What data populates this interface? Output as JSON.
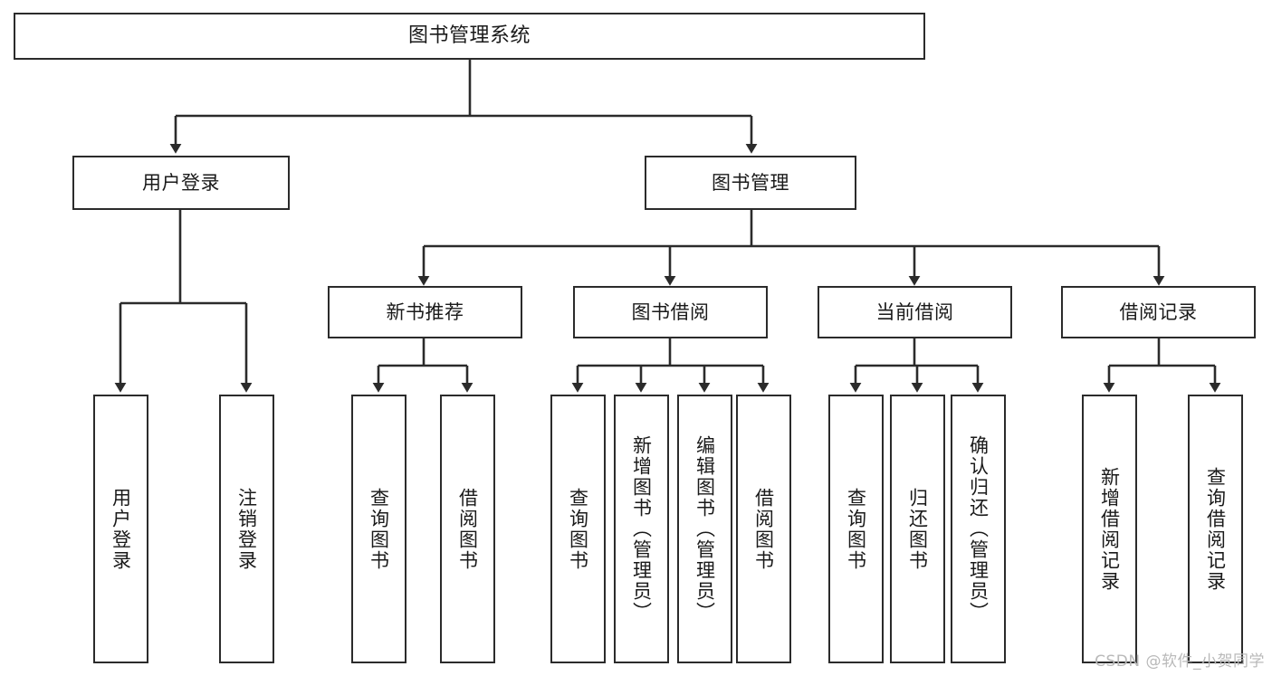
{
  "diagram": {
    "title": "图书管理系统",
    "watermark": "CSDN @软件_小贺同学",
    "colors": {
      "stroke": "#2b2b2b",
      "fill": "#ffffff",
      "text": "#1a1a1a",
      "watermark": "#b9b9b9"
    },
    "nodes": {
      "root": "图书管理系统",
      "user_login": "用户登录",
      "book_manage": "图书管理",
      "new_book_recommend": "新书推荐",
      "book_borrow": "图书借阅",
      "current_borrow": "当前借阅",
      "borrow_record": "借阅记录",
      "leaf_user_login": "用户登录",
      "leaf_logout_login": "注销登录",
      "leaf_query_book_1": "查询图书",
      "leaf_borrow_book_1": "借阅图书",
      "leaf_query_book_2": "查询图书",
      "leaf_add_book_admin": "新增图书（管理员）",
      "leaf_edit_book_admin": "编辑图书（管理员）",
      "leaf_borrow_book_2": "借阅图书",
      "leaf_query_book_3": "查询图书",
      "leaf_return_book": "归还图书",
      "leaf_confirm_return_admin": "确认归还（管理员）",
      "leaf_add_borrow_record": "新增借阅记录",
      "leaf_query_borrow_record": "查询借阅记录"
    }
  }
}
